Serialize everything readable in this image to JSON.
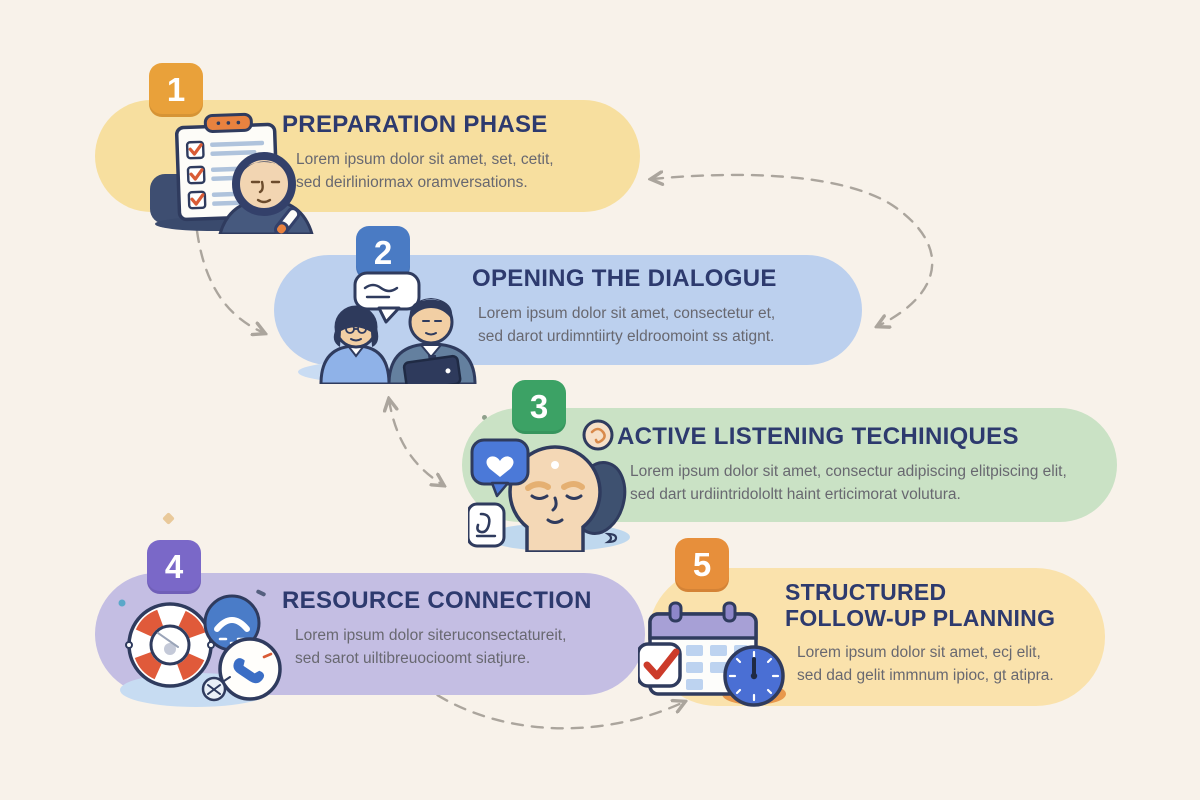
{
  "page": {
    "background_color": "#F8F2EA",
    "title_color": "#2D3A6E",
    "body_text_color": "#686870",
    "arrow_color": "#ABA59D"
  },
  "steps": [
    {
      "number": "1",
      "title": "PREPARATION PHASE",
      "body_line1": "Lorem ipsum dolor sit amet, set, cetit,",
      "body_line2": "sed deirliniormax oramversations.",
      "pill_color": "#F7DF9F",
      "badge_color": "#E9A13A",
      "icon": "clipboard-checklist-magnifier"
    },
    {
      "number": "2",
      "title": "OPENING THE DIALOGUE",
      "body_line1": "Lorem ipsum dolor sit amet, consectetur et,",
      "body_line2": "sed darot urdimntiirty eldroomoint ss atignt.",
      "pill_color": "#BCD0EE",
      "badge_color": "#4A7BC4",
      "icon": "two-people-conversation"
    },
    {
      "number": "3",
      "title": "ACTIVE LISTENING TECHINIQUES",
      "body_line1": "Lorem ipsum dolor sit amet, consectur adipiscing elitpiscing elit,",
      "body_line2": "sed dart urdiintridololtt haint erticimorat volutura.",
      "pill_color": "#CAE2C5",
      "badge_color": "#3CA265",
      "icon": "calm-head-listening"
    },
    {
      "number": "4",
      "title": "RESOURCE CONNECTION",
      "body_line1": "Lorem ipsum dolor siteruconsectatureit,",
      "body_line2": "sed sarot uiltibreuocioomt siatjure.",
      "pill_color": "#C4BEE3",
      "badge_color": "#7A68C8",
      "icon": "lifebuoy-phone-support"
    },
    {
      "number": "5",
      "title_line1": "STRUCTURED",
      "title_line2": "FOLLOW-UP PLANNING",
      "body_line1": "Lorem ipsum dolor sit amet, ecj elit,",
      "body_line2": "sed dad gelit immnum ipioc, gt atipra.",
      "pill_color": "#FAE2AC",
      "badge_color": "#E78F3B",
      "icon": "calendar-clock-followup"
    }
  ]
}
